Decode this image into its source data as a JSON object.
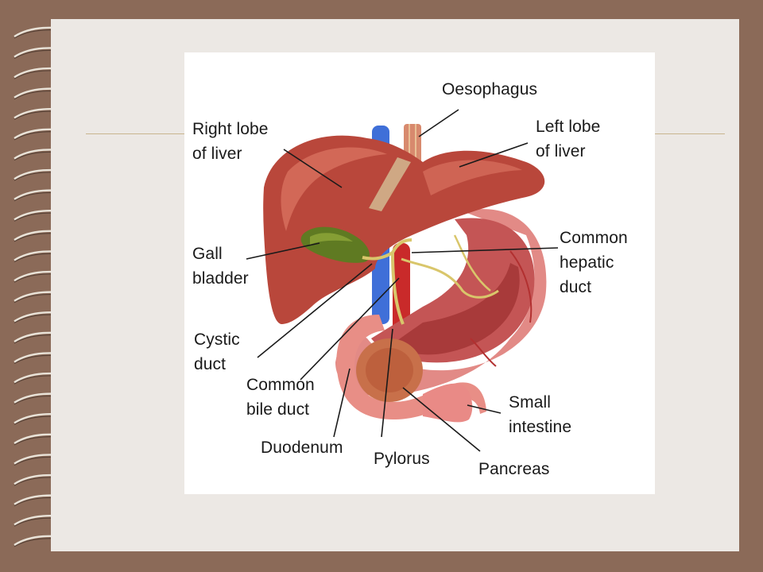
{
  "labels": {
    "oesophagus": "Oesophagus",
    "right_lobe_of_liver": "Right lobe\nof liver",
    "left_lobe_of_liver": "Left lobe\nof liver",
    "gall_bladder": "Gall\nbladder",
    "common_hepatic_duct": "Common\nhepatic\nduct",
    "cystic_duct": "Cystic\nduct",
    "common_bile_duct": "Common\nbile duct",
    "small_intestine": "Small\nintestine",
    "duodenum": "Duodenum",
    "pylorus": "Pylorus",
    "pancreas": "Pancreas"
  },
  "colors": {
    "frame": "#8b6a58",
    "page": "#ece8e4",
    "rule": "#c8b58e",
    "liver": "#b9473b",
    "liver_light": "#d8705f",
    "gall_bladder": "#5f7a22",
    "stomach": "#e28a86",
    "stomach_inner": "#a83a3a",
    "pancreas": "#c8704a",
    "vena_cava": "#3f6fd8",
    "aorta": "#c92a2a",
    "bile_duct": "#d9c66b"
  }
}
